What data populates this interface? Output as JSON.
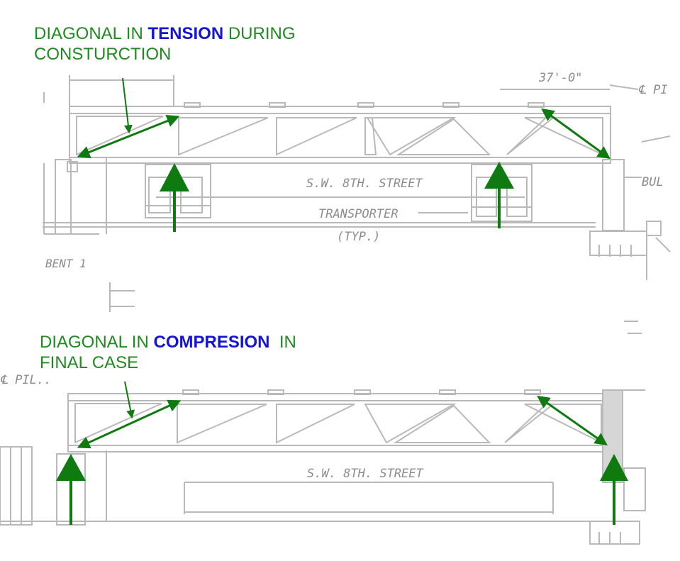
{
  "colors": {
    "arrow": "#0f7a0f",
    "callout_text": "#1f8a1f",
    "keyword": "#1414d6",
    "drawing_line": "#b9b9b9",
    "drawing_text": "#8c8c8c"
  },
  "top_panel": {
    "callout": {
      "prefix": "DIAGONAL IN ",
      "keyword": "TENSION",
      "suffix": " DURING",
      "line2": "CONSTURCTION"
    },
    "drawing_labels": {
      "street": "S.W. 8TH. STREET",
      "transporter": "TRANSPORTER",
      "typ": "(TYP.)",
      "bent": "BENT 1",
      "dimension": "37'-0\"",
      "pier": "℄ PI",
      "bul": "BUL"
    }
  },
  "bottom_panel": {
    "callout": {
      "prefix": "DIAGONAL IN ",
      "keyword": "COMPRESION",
      "suffix": "  IN",
      "line2": "FINAL CASE"
    },
    "drawing_labels": {
      "street": "S.W. 8TH. STREET",
      "pier": "℄ PIL.."
    }
  }
}
